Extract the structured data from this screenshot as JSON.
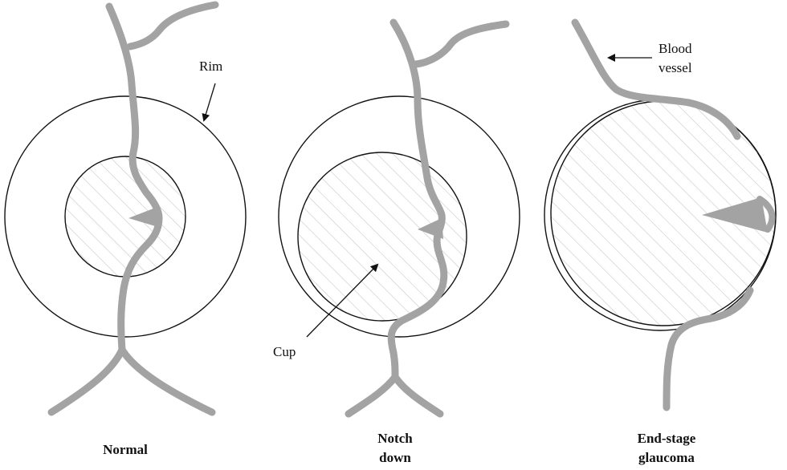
{
  "annotations": {
    "rim": "Rim",
    "blood_vessel_line1": "Blood",
    "blood_vessel_line2": "vessel",
    "cup": "Cup"
  },
  "captions": {
    "normal": "Normal",
    "notch_line1": "Notch",
    "notch_line2": "down",
    "end_line1": "End-stage",
    "end_line2": "glaucoma"
  },
  "colors": {
    "vessel": "#a3a3a3",
    "outline": "#111111",
    "hatch": "#c8c8c8",
    "background": "#ffffff"
  }
}
